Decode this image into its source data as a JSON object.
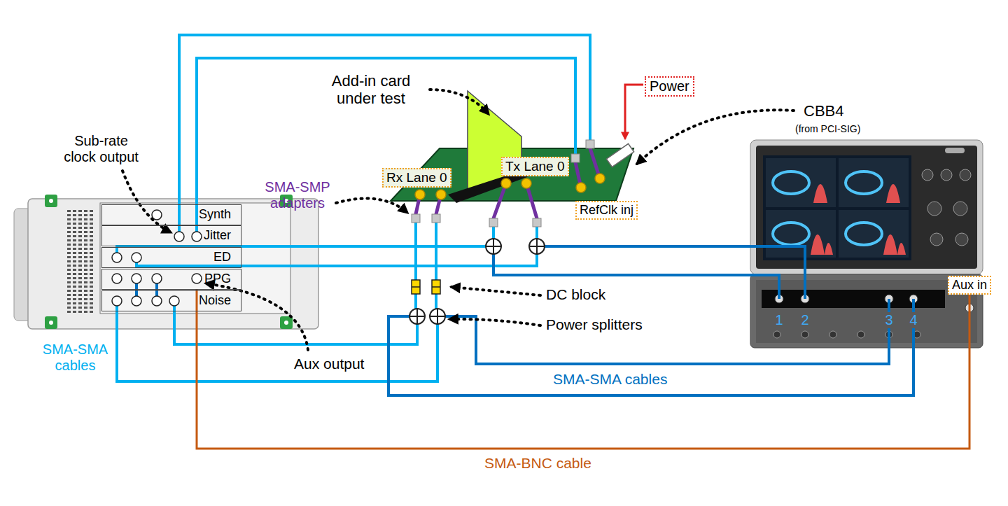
{
  "diagram": {
    "nodes": [
      {
        "text": [
          "Power"
        ]
      },
      {
        "text": [
          "Tx Lane 0"
        ]
      },
      {
        "text": [
          "Rx Lane 0"
        ]
      },
      {
        "text": [
          "RefClk inj"
        ]
      },
      {
        "text": [
          "Synth"
        ]
      },
      {
        "text": [
          "Jitter"
        ]
      },
      {
        "text": [
          "ED"
        ]
      },
      {
        "text": [
          "PPG"
        ]
      },
      {
        "text": [
          "Noise"
        ]
      },
      {
        "text": [
          "Aux in"
        ]
      }
    ],
    "edges": [
      {
        "from": 7,
        "to": 9,
        "arrow": "none"
      }
    ],
    "labels": [
      "Sub-rate clock output",
      "Add-in card under test",
      "SMA-SMP adapters",
      "CBB4",
      "(from PCI-SIG)",
      "DC block",
      "Power splitters",
      "Aux output",
      "SMA-SMA cables",
      "SMA-SMA cables",
      "SMA-BNC cable",
      "1",
      "2",
      "3",
      "4"
    ]
  }
}
